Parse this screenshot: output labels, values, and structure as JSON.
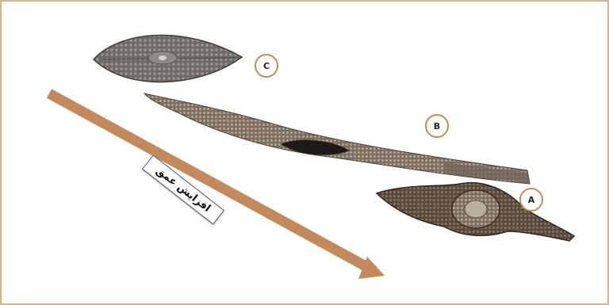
{
  "labels": {
    "a": "A",
    "b": "B",
    "c": "C"
  },
  "arrow_text": "افزایش عمق",
  "colors": {
    "frame": "#d8b48c",
    "arrow": "#c48a5c",
    "circle_border": "#c88a55",
    "specimen_dark": "#3a2e26",
    "specimen_mid": "#6b5a4c",
    "specimen_c": "#5a5a58"
  }
}
